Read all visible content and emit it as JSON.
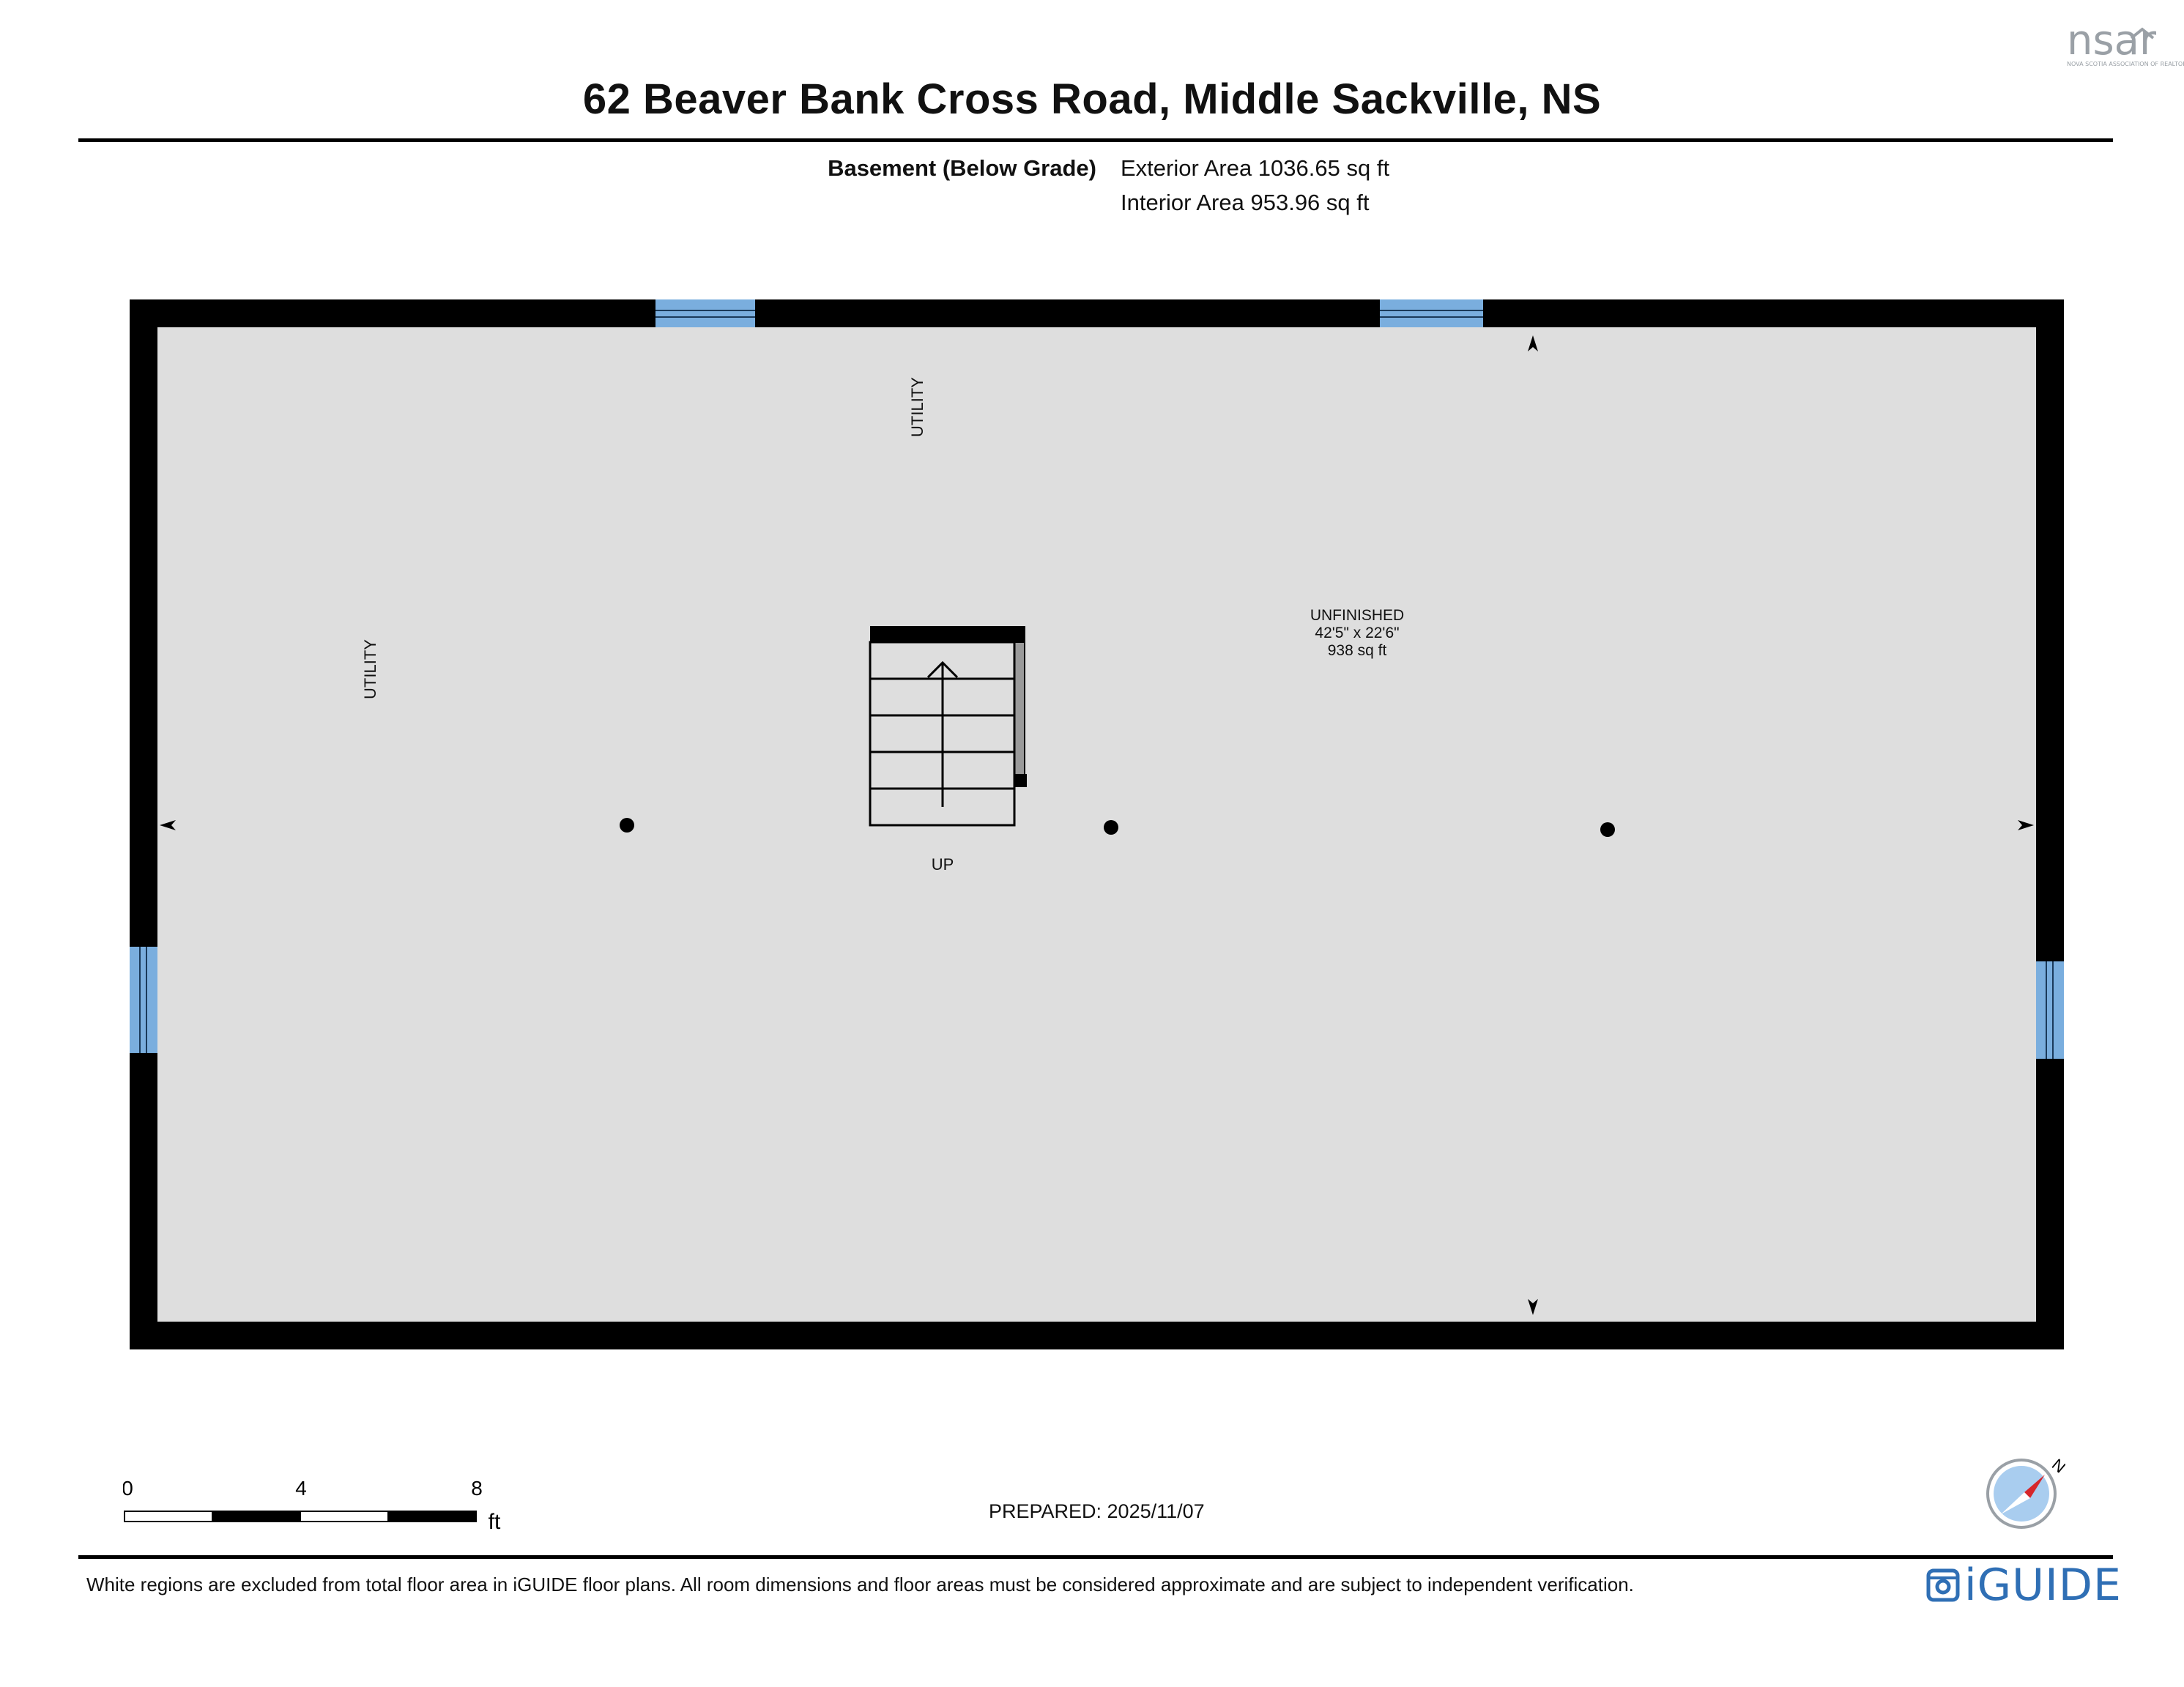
{
  "header": {
    "title": "62 Beaver Bank Cross Road, Middle Sackville, NS"
  },
  "summary": {
    "floor_name": "Basement (Below Grade)",
    "exterior_area": "Exterior Area 1036.65 sq ft",
    "interior_area": "Interior Area 953.96 sq ft"
  },
  "plan": {
    "rooms": [
      {
        "name": "UNFINISHED",
        "dimensions": "42'5\" x 22'6\"",
        "area": "938 sq ft"
      }
    ],
    "labels": {
      "utility_top": "UTILITY",
      "utility_left": "UTILITY",
      "stairs": "UP"
    },
    "colors": {
      "wall": "#000000",
      "floor": "#dedede",
      "window": "#7aaede"
    }
  },
  "footer": {
    "scale": {
      "ticks": [
        "0",
        "4",
        "8"
      ],
      "unit": "ft"
    },
    "prepared": "PREPARED: 2025/11/07",
    "disclaimer": "White regions are excluded from total floor area in iGUIDE floor plans. All room dimensions and floor areas must be considered approximate and are subject to independent verification.",
    "brand": "iGUIDE",
    "compass_label": "N",
    "association_logo_text": "nsar",
    "association_tagline": "NOVA SCOTIA ASSOCIATION OF REALTORS"
  }
}
